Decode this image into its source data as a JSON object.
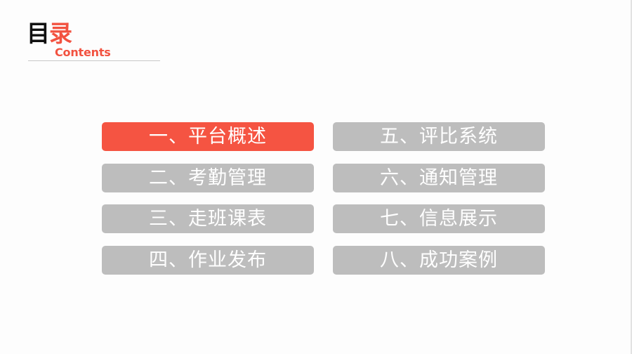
{
  "header": {
    "title_part1": "目",
    "title_part2": "录",
    "subtitle": "Contents"
  },
  "colors": {
    "accent": "#f55442",
    "inactive": "#bdbdbd",
    "text_on_button": "#ffffff"
  },
  "toc": {
    "left": [
      {
        "label": "一、平台概述",
        "active": true
      },
      {
        "label": "二、考勤管理",
        "active": false
      },
      {
        "label": "三、走班课表",
        "active": false
      },
      {
        "label": "四、作业发布",
        "active": false
      }
    ],
    "right": [
      {
        "label": "五、评比系统",
        "active": false
      },
      {
        "label": "六、通知管理",
        "active": false
      },
      {
        "label": "七、信息展示",
        "active": false
      },
      {
        "label": "八、成功案例",
        "active": false
      }
    ]
  }
}
